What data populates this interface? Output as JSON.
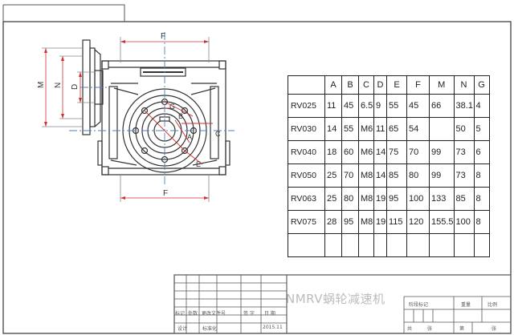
{
  "drawing": {
    "dimension_labels": {
      "f_top": "F",
      "f_bottom": "F",
      "m": "M",
      "n": "N",
      "d": "D",
      "g": "G",
      "b": "B",
      "a": "A",
      "c": "C",
      "e": "E"
    }
  },
  "table": {
    "headers": [
      "",
      "A",
      "B",
      "C",
      "D",
      "E",
      "F",
      "M",
      "N",
      "G"
    ],
    "rows": [
      [
        "RV025",
        "11",
        "45",
        "6.5",
        "9",
        "55",
        "45",
        "66",
        "38.1",
        "4"
      ],
      [
        "RV030",
        "14",
        "55",
        "M6",
        "11",
        "65",
        "54",
        "",
        "50",
        "5"
      ],
      [
        "RV040",
        "18",
        "60",
        "M6",
        "14",
        "75",
        "70",
        "99",
        "73",
        "6"
      ],
      [
        "RV050",
        "25",
        "70",
        "M8",
        "14",
        "85",
        "80",
        "99",
        "73",
        "8"
      ],
      [
        "RV063",
        "25",
        "80",
        "M8",
        "19",
        "95",
        "100",
        "133",
        "85",
        "8"
      ],
      [
        "RV075",
        "28",
        "95",
        "M8",
        "19",
        "115",
        "120",
        "155.5",
        "100",
        "8"
      ]
    ]
  },
  "title_block": {
    "title": "NMRV蜗轮减速机",
    "date": "2015.11",
    "labels": {
      "mark": "标记",
      "count": "处数",
      "change_doc": "更改文件号",
      "sign": "签  字",
      "sign_date": "日  期",
      "design": "设计",
      "standard": "标准化",
      "stage_mark": "阶段标记",
      "weight": "重量",
      "scale": "比例",
      "total": "共",
      "sheet": "张",
      "page_of": "第",
      "page": "张"
    }
  }
}
